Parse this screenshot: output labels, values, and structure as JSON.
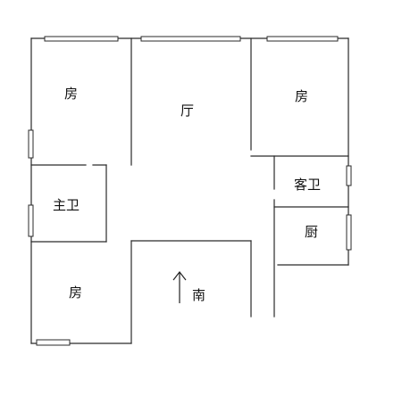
{
  "floor_plan": {
    "rooms": {
      "bedroom_top_left": "房",
      "living_room": "厅",
      "bedroom_top_right": "房",
      "master_bathroom": "主卫",
      "guest_bathroom": "客卫",
      "kitchen": "厨",
      "bedroom_bottom_left": "房"
    },
    "compass": {
      "direction_label": "南"
    }
  }
}
